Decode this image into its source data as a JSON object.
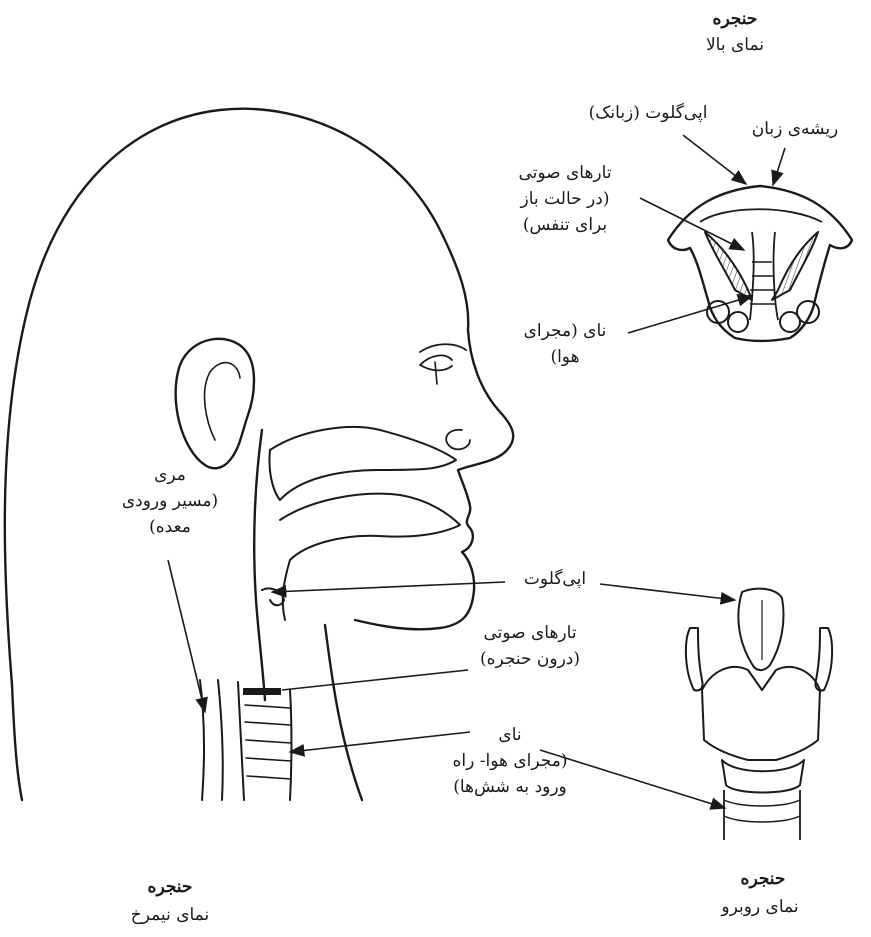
{
  "top_view": {
    "title": "حنجره",
    "subtitle": "نمای بالا",
    "labels": {
      "tongue_root": "ریشه‌ی زبان",
      "epiglottis": "اپی‌گلوت (زبانک)",
      "vocal_cords": [
        "تارهای صوتی",
        "(در حالت باز",
        "برای تنفس)"
      ],
      "trachea": [
        "نای (مجرای",
        "هوا)"
      ]
    }
  },
  "profile_view": {
    "title": "حنجره",
    "subtitle": "نمای نیمرخ",
    "labels": {
      "esophagus": [
        "مری",
        "(مسیر ورودی",
        "معده)"
      ],
      "epiglottis": "اپی‌گلوت",
      "vocal_cords": [
        "تارهای صوتی",
        "(درون حنجره)"
      ],
      "trachea": [
        "نای",
        "(مجرای هوا- راه",
        "ورود به شش‌ها)"
      ]
    }
  },
  "front_view": {
    "title": "حنجره",
    "subtitle": "نمای روبرو"
  }
}
